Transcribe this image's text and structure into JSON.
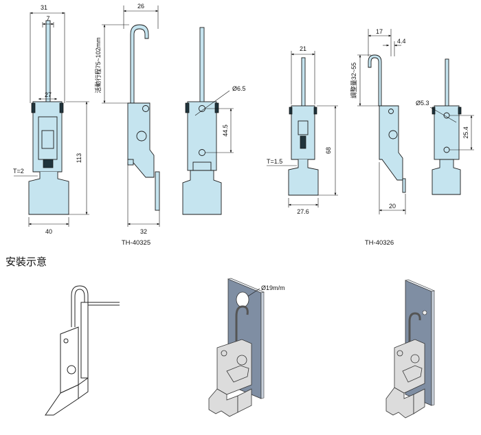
{
  "section_heading": "安裝示意",
  "models": [
    {
      "code": "TH-40325",
      "dimensions": {
        "top_width": "31",
        "hook_width": "7",
        "inner_width": "27",
        "thickness": "T=2",
        "height": "113",
        "base_width": "40",
        "hook_reach": "26",
        "stroke_range": "活動行程75~102mm",
        "side_depth": "32",
        "hole_diameter": "Ø6.5",
        "hole_spacing": "44.5"
      }
    },
    {
      "code": "TH-40326",
      "dimensions": {
        "top_width": "21",
        "thickness": "T=1.5",
        "height": "68",
        "base_width": "27.6",
        "hook_reach": "17",
        "hook_offset": "4.4",
        "stroke_range": "調整量32~55",
        "side_depth": "20",
        "hole_diameter": "Ø5.3",
        "hole_spacing": "25.4"
      }
    }
  ],
  "installation": {
    "hole_callout": "Ø19m/m"
  },
  "colors": {
    "part_fill": "#c5e4ef",
    "plate_fill": "#7f8ea3",
    "steel_fill": "#dcdcdc"
  }
}
